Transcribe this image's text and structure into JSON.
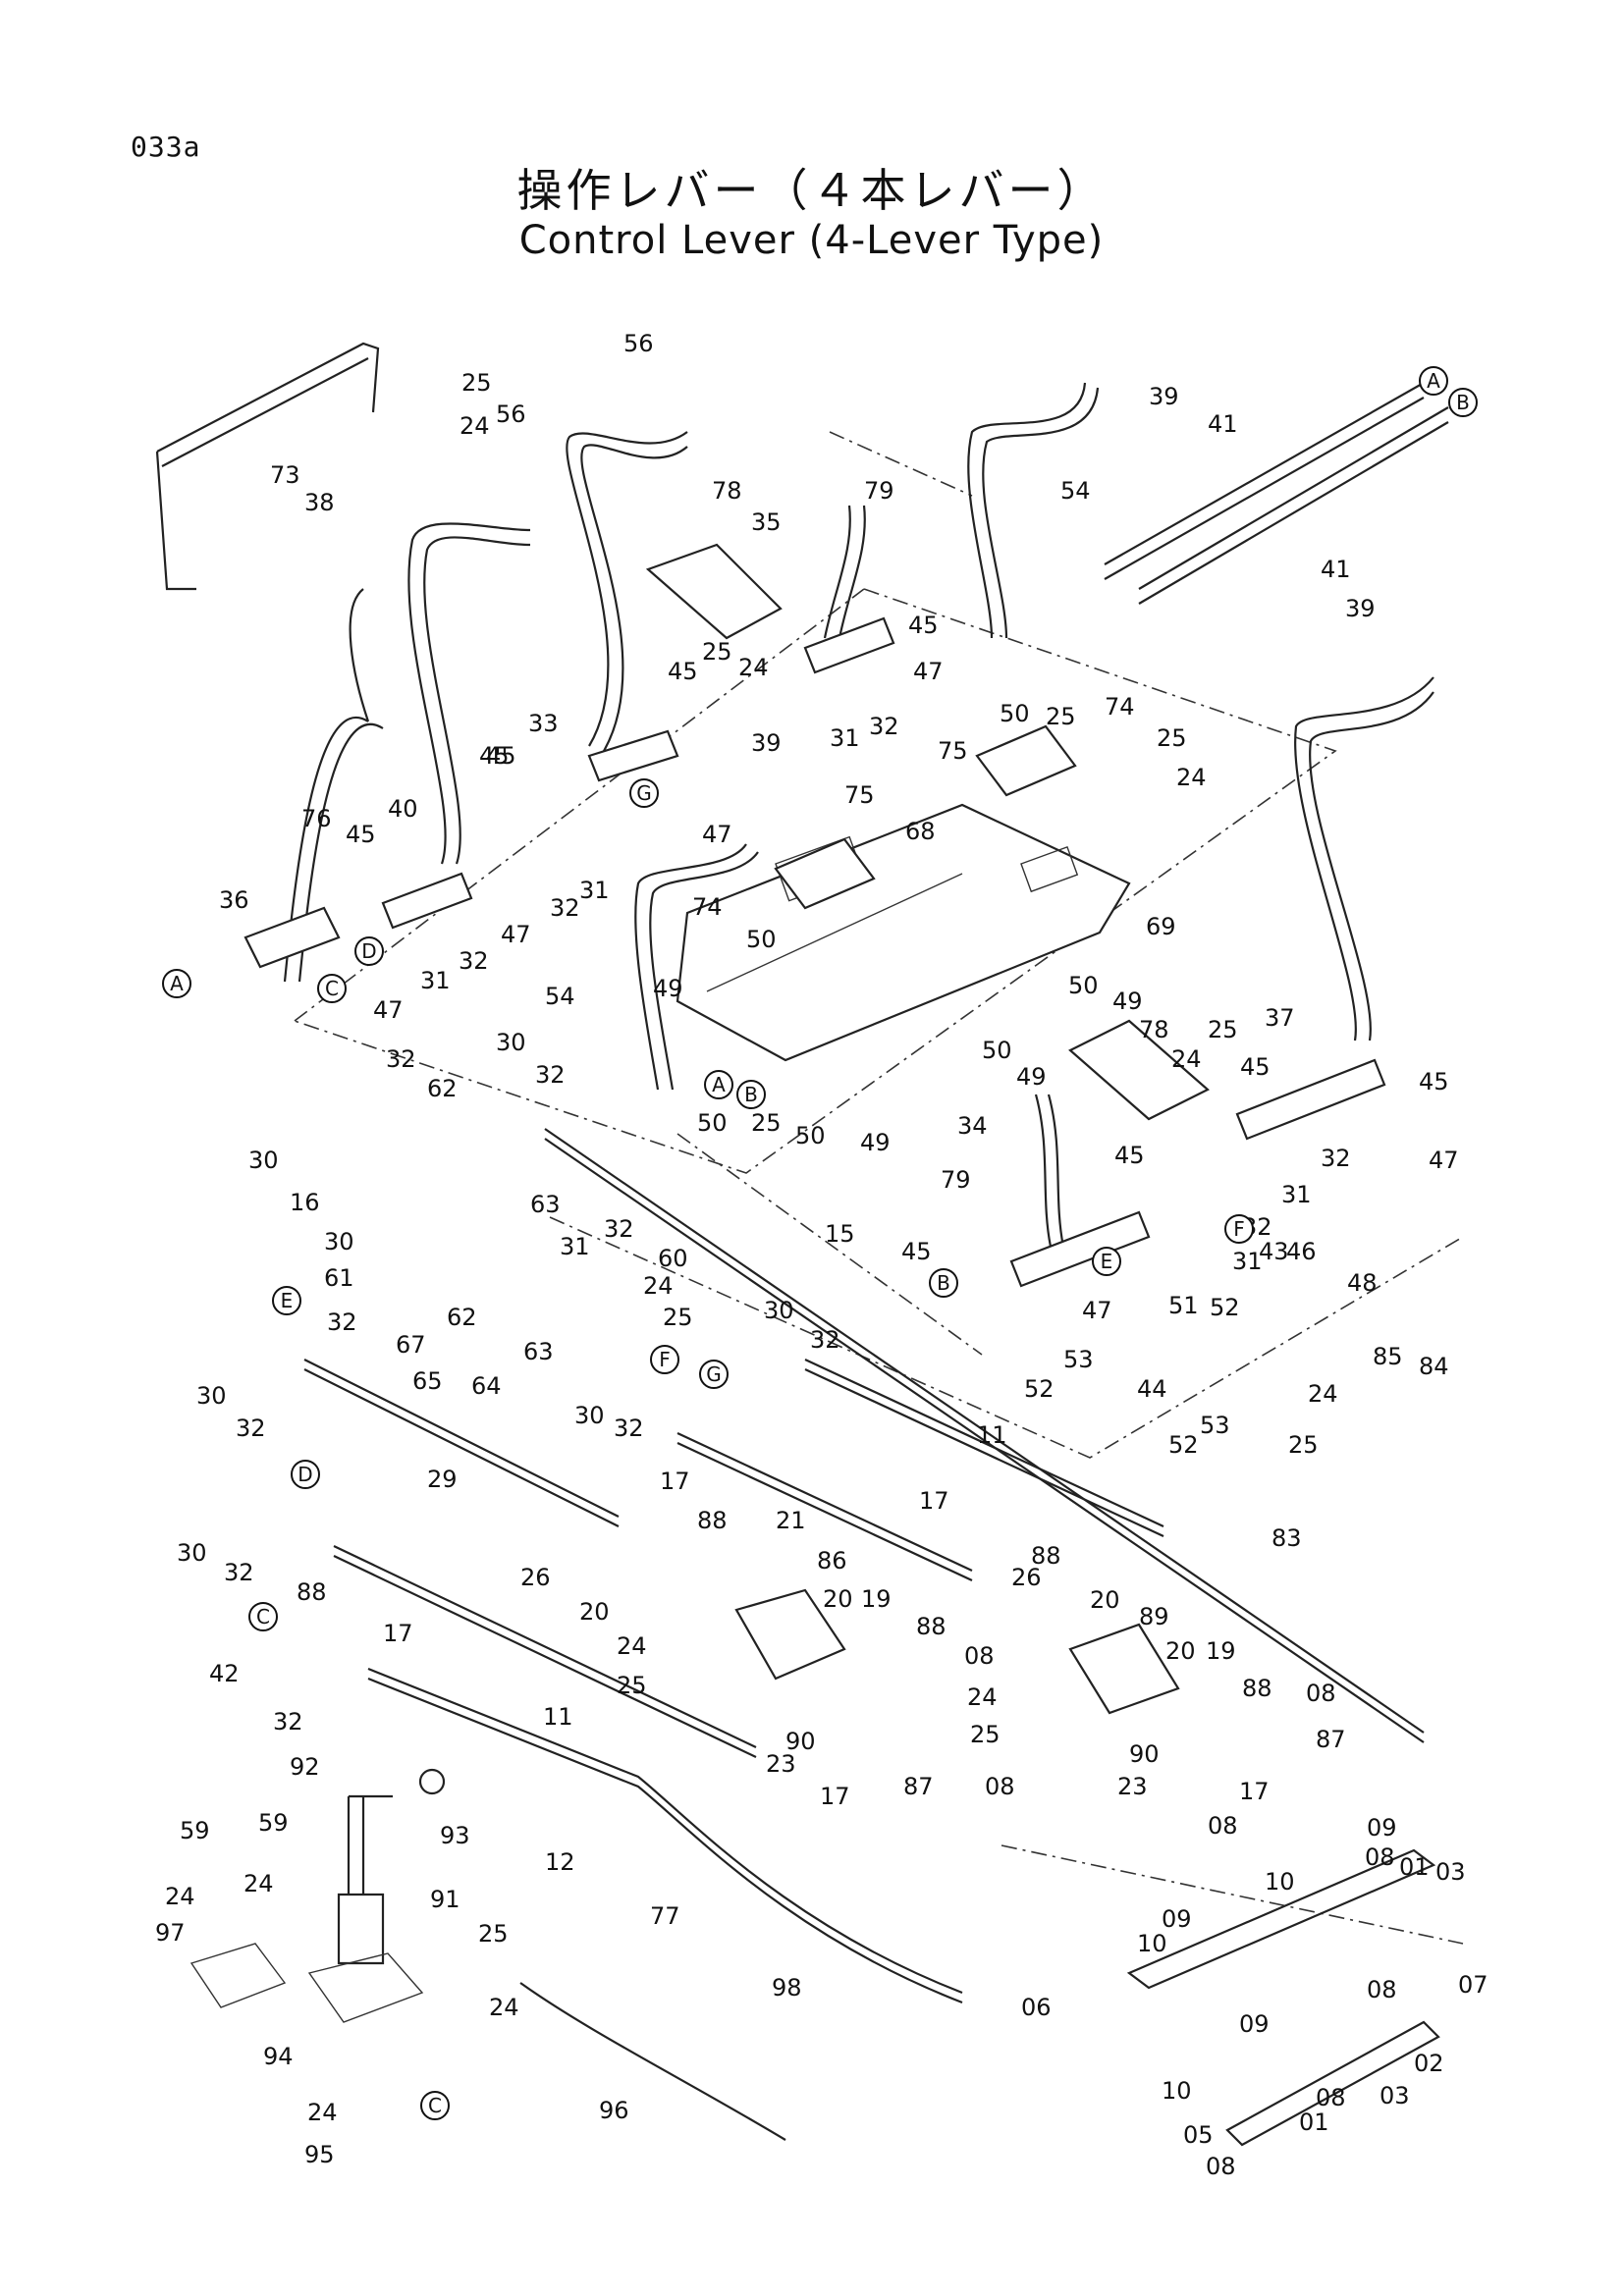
{
  "header": {
    "page_code": "033a",
    "title_ja": "操作レバー（４本レバー）",
    "title_en": "Control Lever (4-Lever Type)"
  },
  "callouts": [
    {
      "id": "c0",
      "text": "25"
    },
    {
      "id": "c1",
      "text": "24"
    },
    {
      "id": "c2",
      "text": "56"
    },
    {
      "id": "c3",
      "text": "56"
    },
    {
      "id": "c4",
      "text": "73"
    },
    {
      "id": "c5",
      "text": "38"
    },
    {
      "id": "c6",
      "text": "78"
    },
    {
      "id": "c7",
      "text": "79"
    },
    {
      "id": "c8",
      "text": "35"
    },
    {
      "id": "c9",
      "text": "39"
    },
    {
      "id": "c10",
      "text": "54"
    },
    {
      "id": "c11",
      "text": "41"
    },
    {
      "id": "c12",
      "text": "41"
    },
    {
      "id": "c13",
      "text": "39"
    },
    {
      "id": "c14",
      "text": "45"
    },
    {
      "id": "c15",
      "text": "25"
    },
    {
      "id": "c16",
      "text": "24"
    },
    {
      "id": "c17",
      "text": "47"
    },
    {
      "id": "c18",
      "text": "31"
    },
    {
      "id": "c19",
      "text": "32"
    },
    {
      "id": "c20",
      "text": "50"
    },
    {
      "id": "c21",
      "text": "25"
    },
    {
      "id": "c22",
      "text": "74"
    },
    {
      "id": "c23",
      "text": "75"
    },
    {
      "id": "c24",
      "text": "25"
    },
    {
      "id": "c25",
      "text": "24"
    },
    {
      "id": "c26",
      "text": "45"
    },
    {
      "id": "c27",
      "text": "33"
    },
    {
      "id": "c28",
      "text": "45"
    },
    {
      "id": "c29",
      "text": "39"
    },
    {
      "id": "c30",
      "text": "75"
    },
    {
      "id": "c31",
      "text": "68"
    },
    {
      "id": "c32",
      "text": "76"
    },
    {
      "id": "c33",
      "text": "40"
    },
    {
      "id": "c34",
      "text": "45"
    },
    {
      "id": "c35",
      "text": "47"
    },
    {
      "id": "c36",
      "text": "32"
    },
    {
      "id": "c37",
      "text": "31"
    },
    {
      "id": "c38",
      "text": "36"
    },
    {
      "id": "c39",
      "text": "74"
    },
    {
      "id": "c40",
      "text": "50"
    },
    {
      "id": "c41",
      "text": "69"
    },
    {
      "id": "c42",
      "text": "45"
    },
    {
      "id": "c43",
      "text": "31"
    },
    {
      "id": "c44",
      "text": "32"
    },
    {
      "id": "c45",
      "text": "47"
    },
    {
      "id": "c46",
      "text": "47"
    },
    {
      "id": "c47",
      "text": "49"
    },
    {
      "id": "c48",
      "text": "50"
    },
    {
      "id": "c49",
      "text": "49"
    },
    {
      "id": "c50",
      "text": "54"
    },
    {
      "id": "c51",
      "text": "50"
    },
    {
      "id": "c52",
      "text": "49"
    },
    {
      "id": "c53",
      "text": "78"
    },
    {
      "id": "c54",
      "text": "25"
    },
    {
      "id": "c55",
      "text": "37"
    },
    {
      "id": "c56",
      "text": "24"
    },
    {
      "id": "c57",
      "text": "45"
    },
    {
      "id": "c58",
      "text": "45"
    },
    {
      "id": "c59",
      "text": "30"
    },
    {
      "id": "c60",
      "text": "32"
    },
    {
      "id": "c61",
      "text": "30"
    },
    {
      "id": "c62",
      "text": "62"
    },
    {
      "id": "c63",
      "text": "32"
    },
    {
      "id": "c64",
      "text": "16"
    },
    {
      "id": "c65",
      "text": "63"
    },
    {
      "id": "c66",
      "text": "30"
    },
    {
      "id": "c67",
      "text": "31"
    },
    {
      "id": "c68",
      "text": "61"
    },
    {
      "id": "c69",
      "text": "32"
    },
    {
      "id": "c70",
      "text": "50"
    },
    {
      "id": "c71",
      "text": "25"
    },
    {
      "id": "c72",
      "text": "50"
    },
    {
      "id": "c73",
      "text": "49"
    },
    {
      "id": "c74",
      "text": "34"
    },
    {
      "id": "c75",
      "text": "45"
    },
    {
      "id": "c76",
      "text": "47"
    },
    {
      "id": "c77",
      "text": "79"
    },
    {
      "id": "c78",
      "text": "32"
    },
    {
      "id": "c79",
      "text": "31"
    },
    {
      "id": "c80",
      "text": "32"
    },
    {
      "id": "c81",
      "text": "31"
    },
    {
      "id": "c82",
      "text": "60"
    },
    {
      "id": "c83",
      "text": "24"
    },
    {
      "id": "c84",
      "text": "25"
    },
    {
      "id": "c85",
      "text": "15"
    },
    {
      "id": "c86",
      "text": "45"
    },
    {
      "id": "c87",
      "text": "43"
    },
    {
      "id": "c88",
      "text": "46"
    },
    {
      "id": "c89",
      "text": "48"
    },
    {
      "id": "c90",
      "text": "32"
    },
    {
      "id": "c91",
      "text": "67"
    },
    {
      "id": "c92",
      "text": "62"
    },
    {
      "id": "c93",
      "text": "63"
    },
    {
      "id": "c94",
      "text": "65"
    },
    {
      "id": "c95",
      "text": "64"
    },
    {
      "id": "c96",
      "text": "30"
    },
    {
      "id": "c97",
      "text": "32"
    },
    {
      "id": "c98",
      "text": "47"
    },
    {
      "id": "c99",
      "text": "51"
    },
    {
      "id": "c100",
      "text": "52"
    },
    {
      "id": "c101",
      "text": "53"
    },
    {
      "id": "c102",
      "text": "52"
    },
    {
      "id": "c103",
      "text": "44"
    },
    {
      "id": "c104",
      "text": "85"
    },
    {
      "id": "c105",
      "text": "84"
    },
    {
      "id": "c106",
      "text": "24"
    },
    {
      "id": "c107",
      "text": "53"
    },
    {
      "id": "c108",
      "text": "52"
    },
    {
      "id": "c109",
      "text": "25"
    },
    {
      "id": "c110",
      "text": "30"
    },
    {
      "id": "c111",
      "text": "32"
    },
    {
      "id": "c112",
      "text": "30"
    },
    {
      "id": "c113",
      "text": "32"
    },
    {
      "id": "c114",
      "text": "11"
    },
    {
      "id": "c115",
      "text": "29"
    },
    {
      "id": "c116",
      "text": "17"
    },
    {
      "id": "c117",
      "text": "88"
    },
    {
      "id": "c118",
      "text": "17"
    },
    {
      "id": "c119",
      "text": "88"
    },
    {
      "id": "c120",
      "text": "21"
    },
    {
      "id": "c121",
      "text": "86"
    },
    {
      "id": "c122",
      "text": "26"
    },
    {
      "id": "c123",
      "text": "26"
    },
    {
      "id": "c124",
      "text": "20"
    },
    {
      "id": "c125",
      "text": "20"
    },
    {
      "id": "c126",
      "text": "83"
    },
    {
      "id": "c127",
      "text": "30"
    },
    {
      "id": "c128",
      "text": "32"
    },
    {
      "id": "c129",
      "text": "88"
    },
    {
      "id": "c130",
      "text": "17"
    },
    {
      "id": "c131",
      "text": "20"
    },
    {
      "id": "c132",
      "text": "19"
    },
    {
      "id": "c133",
      "text": "88"
    },
    {
      "id": "c134",
      "text": "89"
    },
    {
      "id": "c135",
      "text": "20"
    },
    {
      "id": "c136",
      "text": "19"
    },
    {
      "id": "c137",
      "text": "88"
    },
    {
      "id": "c138",
      "text": "42"
    },
    {
      "id": "c139",
      "text": "24"
    },
    {
      "id": "c140",
      "text": "25"
    },
    {
      "id": "c141",
      "text": "08"
    },
    {
      "id": "c142",
      "text": "24"
    },
    {
      "id": "c143",
      "text": "08"
    },
    {
      "id": "c144",
      "text": "32"
    },
    {
      "id": "c145",
      "text": "11"
    },
    {
      "id": "c146",
      "text": "90"
    },
    {
      "id": "c147",
      "text": "25"
    },
    {
      "id": "c148",
      "text": "87"
    },
    {
      "id": "c149",
      "text": "23"
    },
    {
      "id": "c150",
      "text": "90"
    },
    {
      "id": "c151",
      "text": "17"
    },
    {
      "id": "c152",
      "text": "87"
    },
    {
      "id": "c153",
      "text": "08"
    },
    {
      "id": "c154",
      "text": "23"
    },
    {
      "id": "c155",
      "text": "17"
    },
    {
      "id": "c156",
      "text": "08"
    },
    {
      "id": "c157",
      "text": "92"
    },
    {
      "id": "c158",
      "text": "93"
    },
    {
      "id": "c159",
      "text": "09"
    },
    {
      "id": "c160",
      "text": "59"
    },
    {
      "id": "c161",
      "text": "59"
    },
    {
      "id": "c162",
      "text": "12"
    },
    {
      "id": "c163",
      "text": "08"
    },
    {
      "id": "c164",
      "text": "01"
    },
    {
      "id": "c165",
      "text": "03"
    },
    {
      "id": "c166",
      "text": "10"
    },
    {
      "id": "c167",
      "text": "24"
    },
    {
      "id": "c168",
      "text": "24"
    },
    {
      "id": "c169",
      "text": "91"
    },
    {
      "id": "c170",
      "text": "09"
    },
    {
      "id": "c171",
      "text": "97"
    },
    {
      "id": "c172",
      "text": "10"
    },
    {
      "id": "c173",
      "text": "07"
    },
    {
      "id": "c174",
      "text": "77"
    },
    {
      "id": "c175",
      "text": "08"
    },
    {
      "id": "c176",
      "text": "25"
    },
    {
      "id": "c177",
      "text": "98"
    },
    {
      "id": "c178",
      "text": "24"
    },
    {
      "id": "c179",
      "text": "06"
    },
    {
      "id": "c180",
      "text": "09"
    },
    {
      "id": "c181",
      "text": "02"
    },
    {
      "id": "c182",
      "text": "94"
    },
    {
      "id": "c183",
      "text": "10"
    },
    {
      "id": "c184",
      "text": "08"
    },
    {
      "id": "c185",
      "text": "03"
    },
    {
      "id": "c186",
      "text": "96"
    },
    {
      "id": "c187",
      "text": "01"
    },
    {
      "id": "c188",
      "text": "24"
    },
    {
      "id": "c189",
      "text": "05"
    },
    {
      "id": "c190",
      "text": "95"
    },
    {
      "id": "c191",
      "text": "08"
    }
  ],
  "reference_markers": [
    {
      "id": "m0",
      "letter": "A"
    },
    {
      "id": "m1",
      "letter": "B"
    },
    {
      "id": "m2",
      "letter": "G"
    },
    {
      "id": "m3",
      "letter": "D"
    },
    {
      "id": "m4",
      "letter": "A"
    },
    {
      "id": "m5",
      "letter": "C"
    },
    {
      "id": "m6",
      "letter": "A"
    },
    {
      "id": "m7",
      "letter": "B"
    },
    {
      "id": "m8",
      "letter": "F"
    },
    {
      "id": "m9",
      "letter": "E"
    },
    {
      "id": "m10",
      "letter": "B"
    },
    {
      "id": "m11",
      "letter": "E"
    },
    {
      "id": "m12",
      "letter": "F"
    },
    {
      "id": "m13",
      "letter": "G"
    },
    {
      "id": "m14",
      "letter": "D"
    },
    {
      "id": "m15",
      "letter": "C"
    },
    {
      "id": "m16",
      "letter": "C"
    }
  ]
}
